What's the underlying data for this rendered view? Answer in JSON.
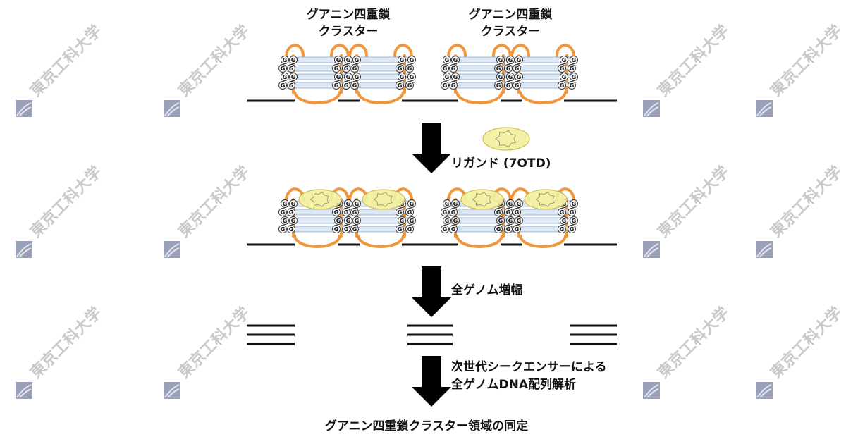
{
  "labels": {
    "cluster_top_1": [
      "グアニン四重鎖",
      "クラスター"
    ],
    "cluster_top_2": [
      "グアニン四重鎖",
      "クラスター"
    ],
    "step_ligand": "リガンド (7OTD)",
    "step_amplify": "全ゲノム増幅",
    "step_sequence": [
      "次世代シークエンサーによる",
      "全ゲノムDNA配列解析"
    ],
    "result": "グアニン四重鎖クラスター領域の同定"
  },
  "quartet_letter": "G",
  "watermark": {
    "text": "東京工科大学",
    "color": "#c9c9c9"
  },
  "colors": {
    "loop": "#f0963c",
    "dna": "#111111",
    "ligand_fill": "#f4f0a0",
    "ligand_stroke": "#c8b84a",
    "plate": "#d8e6f5",
    "arrow": "#000000"
  }
}
